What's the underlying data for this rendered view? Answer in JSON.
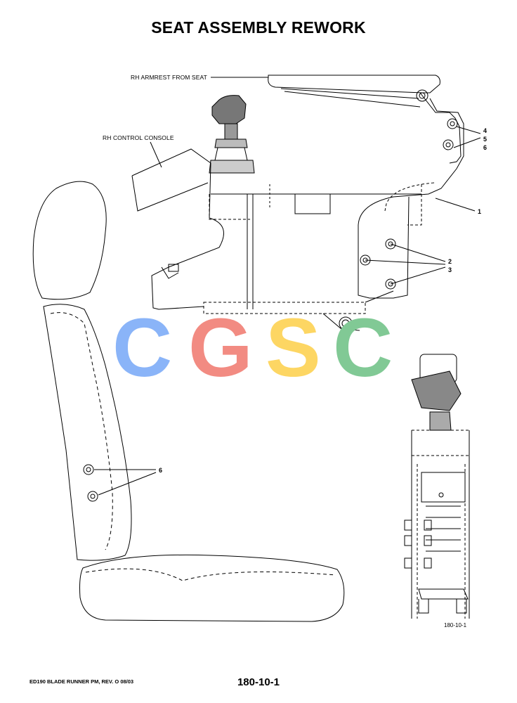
{
  "title": "SEAT ASSEMBLY REWORK",
  "callouts": {
    "armrest": "RH ARMREST FROM SEAT",
    "console": "RH CONTROL CONSOLE"
  },
  "item_numbers": {
    "n4": "4",
    "n5": "5",
    "n6a": "6",
    "n1": "1",
    "n2": "2",
    "n3": "3",
    "n6b": "6"
  },
  "watermark": {
    "letters": [
      "C",
      "G",
      "S",
      "C"
    ],
    "colors": [
      "#8ab4f8",
      "#f28b82",
      "#fdd663",
      "#81c995"
    ]
  },
  "figure_ref": "180-10-1",
  "footer": {
    "left": "ED190 BLADE RUNNER PM,  REV. O  08/03",
    "page": "180-10-1"
  }
}
